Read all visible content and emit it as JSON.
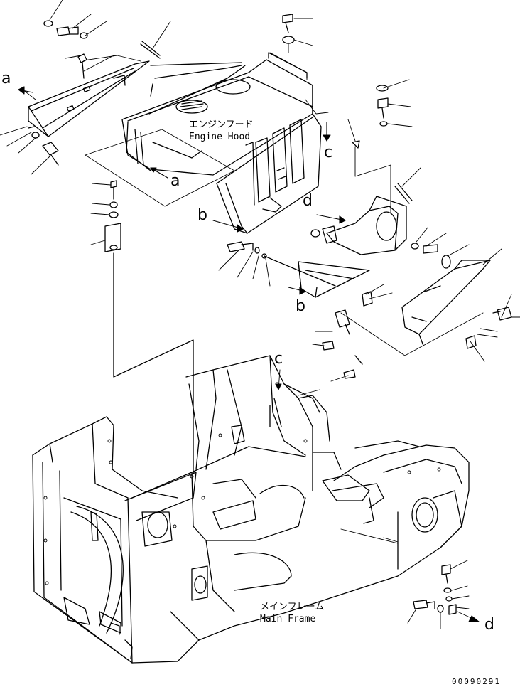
{
  "labels": {
    "engine_hood_jp": "エンジンフード",
    "engine_hood_en": "Engine Hood",
    "main_frame_jp": "メインフレーム",
    "main_frame_en": "Main Frame"
  },
  "callouts": {
    "a_top": "a",
    "a_hood": "a",
    "b_hood": "b",
    "b_panel": "b",
    "c_hood": "c",
    "c_frame": "c",
    "d_panel": "d",
    "d_bottom": "d"
  },
  "drawing_code": "00090291",
  "colors": {
    "line": "#000000",
    "background": "#ffffff"
  }
}
